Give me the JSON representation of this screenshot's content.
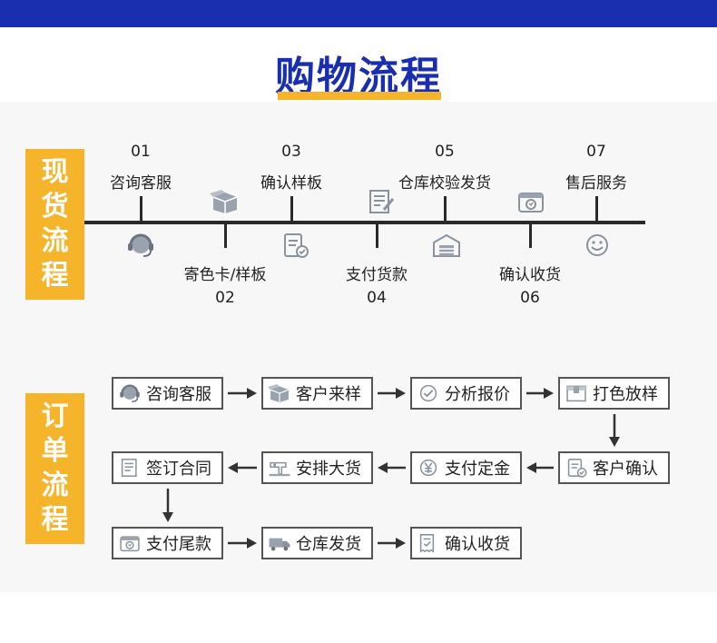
{
  "title": "购物流程",
  "section1": {
    "label": "现货流程",
    "steps": [
      {
        "num": "01",
        "label": "咨询客服",
        "icon": "headset-icon"
      },
      {
        "num": "02",
        "label": "寄色卡/样板",
        "icon": "box-icon"
      },
      {
        "num": "03",
        "label": "确认样板",
        "icon": "document-check-icon"
      },
      {
        "num": "04",
        "label": "支付货款",
        "icon": "document-edit-icon"
      },
      {
        "num": "05",
        "label": "仓库校验发货",
        "icon": "warehouse-icon"
      },
      {
        "num": "06",
        "label": "确认收货",
        "icon": "wallet-icon"
      },
      {
        "num": "07",
        "label": "售后服务",
        "icon": "smiley-icon"
      }
    ]
  },
  "section2": {
    "label": "订单流程",
    "row1": [
      {
        "label": "咨询客服",
        "icon": "headset-icon"
      },
      {
        "label": "客户来样",
        "icon": "box-icon"
      },
      {
        "label": "分析报价",
        "icon": "check-circle-icon"
      },
      {
        "label": "打色放样",
        "icon": "package-icon"
      }
    ],
    "row2": [
      {
        "label": "签订合同",
        "icon": "contract-icon"
      },
      {
        "label": "安排大货",
        "icon": "sewing-machine-icon"
      },
      {
        "label": "支付定金",
        "icon": "yen-icon"
      },
      {
        "label": "客户确认",
        "icon": "document-check-icon"
      }
    ],
    "row3": [
      {
        "label": "支付尾款",
        "icon": "wallet-icon"
      },
      {
        "label": "仓库发货",
        "icon": "truck-icon"
      },
      {
        "label": "确认收货",
        "icon": "receipt-check-icon"
      }
    ]
  }
}
